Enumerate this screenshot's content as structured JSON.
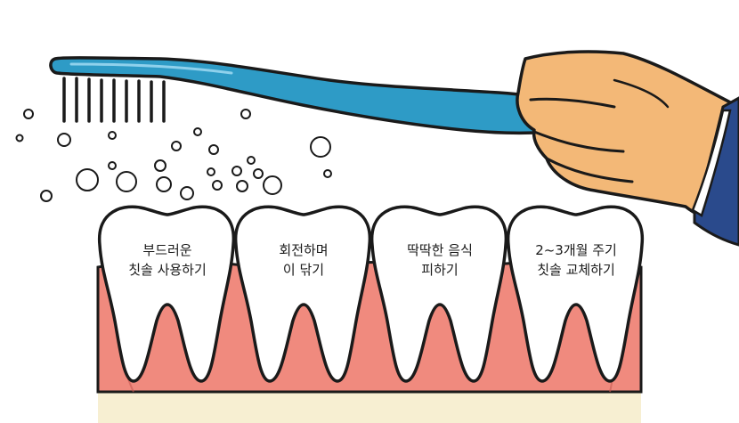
{
  "illustration": {
    "topic": "toothbrushing-tips",
    "icons": [
      "toothbrush-icon",
      "hand-icon",
      "bubble-icon",
      "tooth-icon",
      "gum-icon"
    ]
  },
  "teeth": [
    {
      "line1": "부드러운",
      "line2": "칫솔 사용하기"
    },
    {
      "line1": "회전하며",
      "line2": "이 닦기"
    },
    {
      "line1": "딱딱한 음식",
      "line2": "피하기"
    },
    {
      "line1": "2~3개월 주기",
      "line2": "칫솔 교체하기"
    }
  ],
  "colors": {
    "brush": "#2e9bc6",
    "outline": "#1a1a1a",
    "skin": "#f3b877",
    "sleeve": "#2a4a8c",
    "gum": "#f08a7e",
    "tooth": "#ffffff",
    "base": "#f7efd2"
  }
}
